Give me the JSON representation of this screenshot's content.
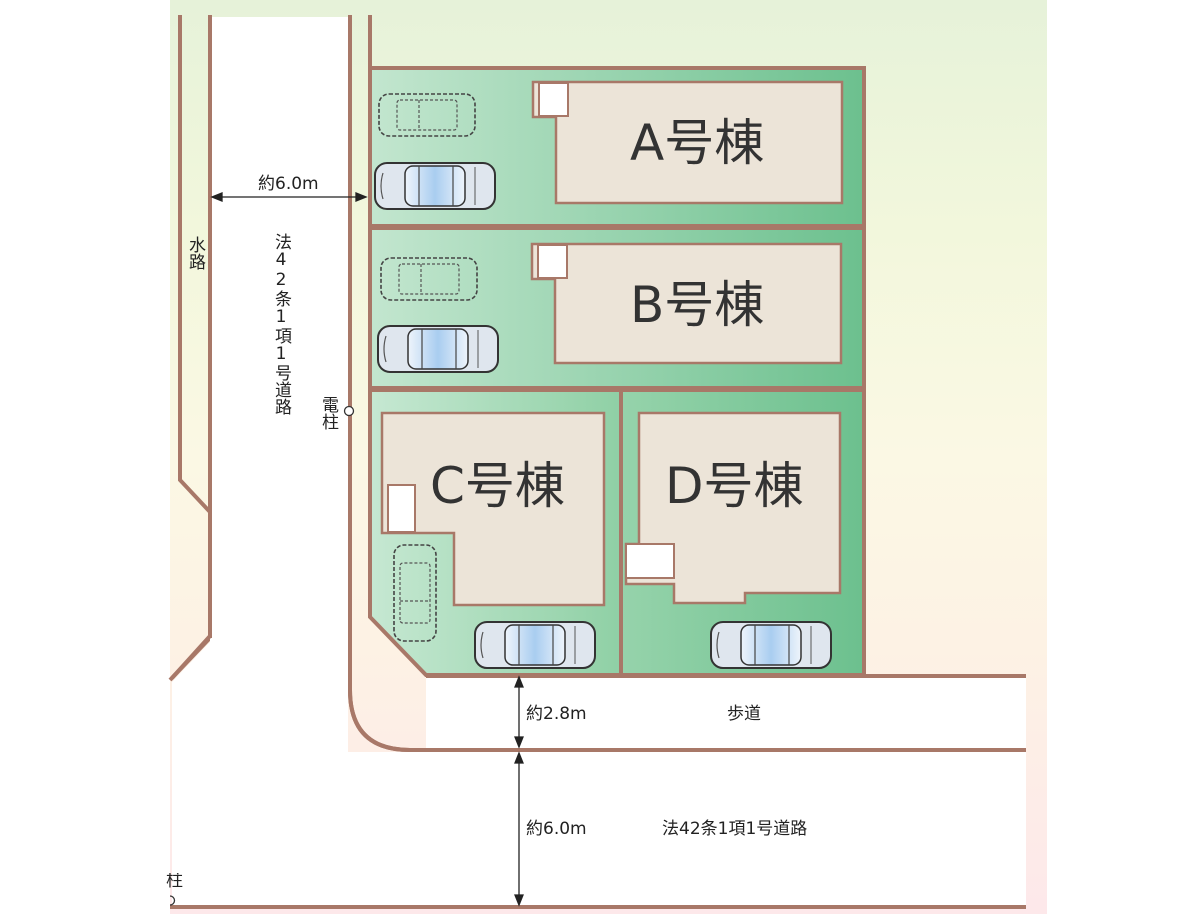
{
  "title": "区画図",
  "colors": {
    "boundary": "#a87868",
    "lot_green_light": "#c3e6cf",
    "lot_green_dark": "#6cc08e",
    "building_fill": "#ece4d8",
    "road": "#ffffff"
  },
  "buildings": [
    {
      "id": "A",
      "label": "A号棟"
    },
    {
      "id": "B",
      "label": "B号棟"
    },
    {
      "id": "C",
      "label": "C号棟"
    },
    {
      "id": "D",
      "label": "D号棟"
    }
  ],
  "west_road": {
    "width_label": "約6.0m",
    "name": "法42条1項1号道路"
  },
  "waterway": {
    "label": "水路"
  },
  "utility_pole": {
    "label": "電柱"
  },
  "utility_pole_partial": {
    "label": "柱"
  },
  "sidewalk": {
    "width_label": "約2.8m",
    "name": "歩道"
  },
  "south_road": {
    "width_label": "約6.0m",
    "name": "法42条1項1号道路"
  },
  "icons": {
    "car": "car-icon",
    "car_outline": "car-outline-icon",
    "pole": "utility-pole-icon"
  }
}
